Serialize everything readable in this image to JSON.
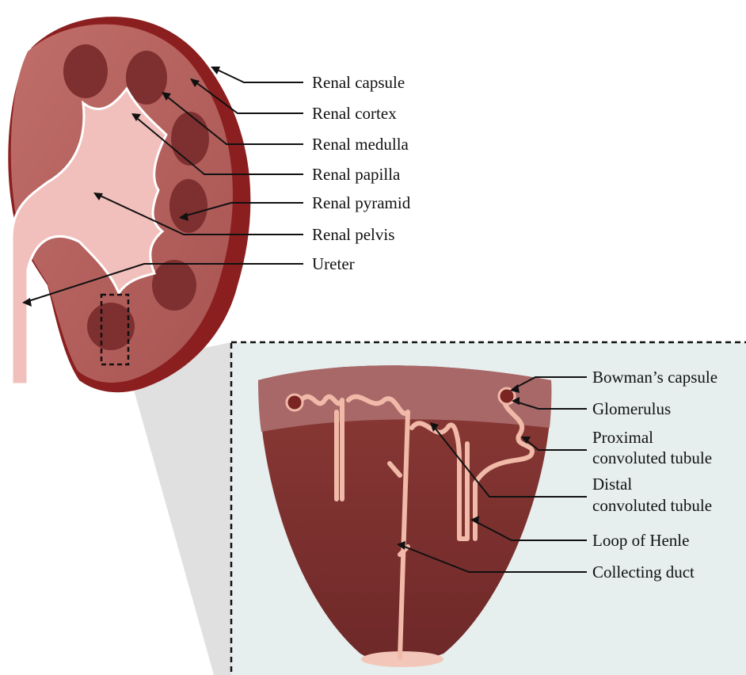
{
  "kidney_labels": {
    "capsule": "Renal capsule",
    "cortex": "Renal cortex",
    "medulla": "Renal medulla",
    "papilla": "Renal papilla",
    "pyramid": "Renal pyramid",
    "pelvis": "Renal pelvis",
    "ureter": "Ureter"
  },
  "nephron_labels": {
    "bowman": "Bowman’s capsule",
    "glomerulus": "Glomerulus",
    "proximal_line1": "Proximal",
    "proximal_line2": "convoluted tubule",
    "distal_line1": "Distal",
    "distal_line2": "convoluted tubule",
    "henle": "Loop of Henle",
    "collecting": "Collecting duct"
  },
  "colors": {
    "capsule": "#8b1f1f",
    "cortex": "#b05e5c",
    "medulla": "#7a2e2e",
    "pelvis": "#f2c0bc",
    "inset_bg": "#e6eeee",
    "pyramid_dark": "#7e3030",
    "tubule": "#f0b9a8"
  }
}
